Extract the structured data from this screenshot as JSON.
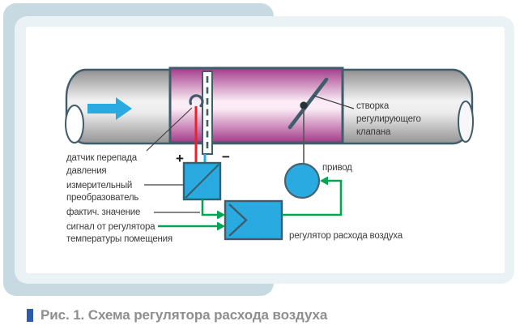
{
  "figure": {
    "caption": "Рис. 1. Схема регулятора расхода воздуха"
  },
  "diagram": {
    "labels": {
      "pressure_sensor": [
        "датчик перепада",
        "давления"
      ],
      "transducer": [
        "измерительный",
        "преобразователь"
      ],
      "actual_value": "фактич. значение",
      "room_signal": [
        "сигнал от регулятора",
        "температуры помещения"
      ],
      "actuator": "привод",
      "flow_controller": "регулятор расхода воздуха",
      "valve_flap": [
        "створка",
        "регулирующего",
        "клапана"
      ],
      "plus": "+",
      "minus": "−"
    },
    "colors": {
      "accent_blue": "#29abe2",
      "signal_green": "#00a651",
      "sensor_red": "#e8222d",
      "outline_slate": "#3f5c6a",
      "duct_magenta": "#a43a89",
      "pipe_gray": "#949494",
      "label_text": "#3b3b3b",
      "caption_text": "#8e8e8e",
      "caption_bullet": "#2b5baa",
      "card_back": "#c7dae1",
      "card_mid": "#eaf2f5"
    }
  }
}
